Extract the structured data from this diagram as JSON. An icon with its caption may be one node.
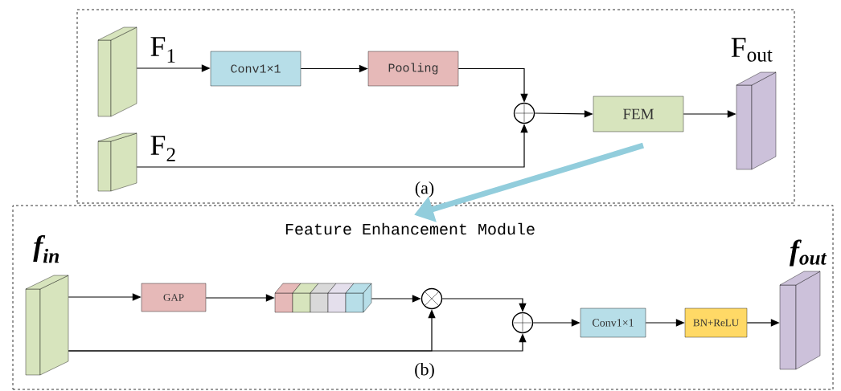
{
  "diagram": {
    "nodes": [
      {
        "text": [
          "(a)"
        ]
      },
      {
        "text": [
          "F$_{1}$"
        ],
        "in": 0
      },
      {
        "text": [
          "F$_{2}$"
        ],
        "in": 0
      },
      {
        "text": [
          "Conv1×1"
        ],
        "in": 0
      },
      {
        "text": [
          "Pooling"
        ],
        "in": 0
      },
      {
        "text": [],
        "shape": "circle",
        "in": 0
      },
      {
        "text": [
          "FEM"
        ],
        "in": 0
      },
      {
        "text": [
          "F$_{out}$"
        ],
        "in": 0
      },
      {
        "text": [
          "Feature Enhancement Module",
          "(b)"
        ]
      },
      {
        "text": [
          "f$_{in}$"
        ],
        "in": 8
      },
      {
        "text": [
          "GAP"
        ],
        "in": 8
      },
      {
        "text": [],
        "shape": "bar",
        "in": 8
      },
      {
        "text": [],
        "shape": "circle",
        "in": 8
      },
      {
        "text": [],
        "shape": "circle",
        "in": 8
      },
      {
        "text": [
          "Conv1×1"
        ],
        "in": 8
      },
      {
        "text": [
          "BN+ReLU"
        ],
        "in": 8
      },
      {
        "text": [
          "f$_{out}$"
        ],
        "in": 8
      }
    ],
    "edges": [
      {
        "from": 1,
        "to": 3,
        "arrow": "to"
      },
      {
        "from": 3,
        "to": 4,
        "arrow": "to"
      },
      {
        "from": 4,
        "to": 5,
        "arrow": "to"
      },
      {
        "from": 2,
        "to": 5,
        "arrow": "to"
      },
      {
        "from": 5,
        "to": 6,
        "arrow": "to"
      },
      {
        "from": 6,
        "to": 7,
        "arrow": "to"
      },
      {
        "from": 6,
        "to": 8,
        "arrow": "to",
        "style": "thick",
        "color": "#92cddc"
      },
      {
        "from": 9,
        "to": 10,
        "arrow": "to"
      },
      {
        "from": 10,
        "to": 11,
        "arrow": "to"
      },
      {
        "from": 11,
        "to": 12,
        "arrow": "to"
      },
      {
        "from": 9,
        "to": 12,
        "arrow": "to"
      },
      {
        "from": 12,
        "to": 13,
        "arrow": "to"
      },
      {
        "from": 9,
        "to": 13,
        "arrow": "to"
      },
      {
        "from": 13,
        "to": 14,
        "arrow": "to"
      },
      {
        "from": 14,
        "to": 15,
        "arrow": "to"
      },
      {
        "from": 15,
        "to": 16,
        "arrow": "to"
      }
    ]
  }
}
